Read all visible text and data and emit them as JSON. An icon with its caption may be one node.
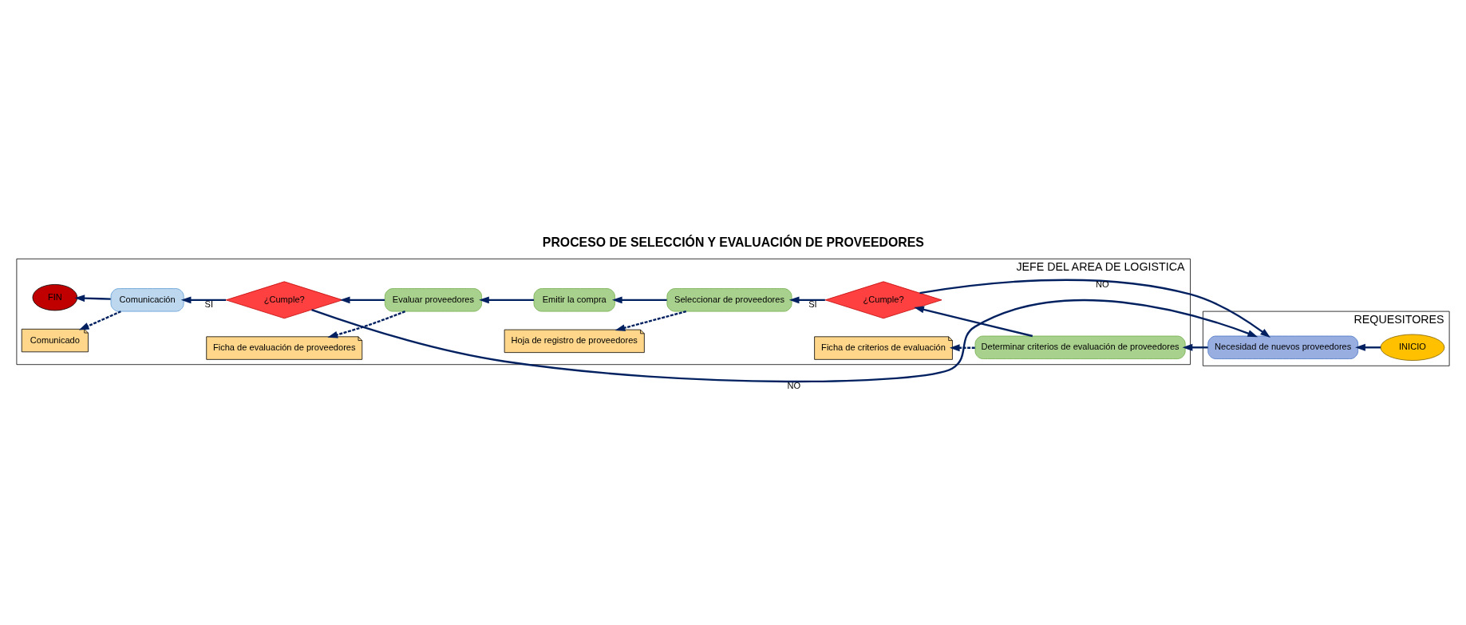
{
  "diagram": {
    "title": "PROCESO DE SELECCIÓN Y EVALUACIÓN DE PROVEEDORES",
    "nodes": [
      {
        "text": [
          "JEFE DEL AREA DE LOGISTICA"
        ]
      },
      {
        "text": [
          "REQUESITORES"
        ]
      },
      {
        "text": [
          "INICIO"
        ],
        "in": 1
      },
      {
        "text": [
          "Necesidad de nuevos proveedores"
        ],
        "in": 1
      },
      {
        "text": [
          "Ficha de evaluación de proveedores"
        ],
        "in": 0
      },
      {
        "text": [
          "Hoja de registro de proveedores"
        ],
        "in": 0
      },
      {
        "text": [
          "Ficha de criterios de evaluación"
        ],
        "in": 0
      },
      {
        "text": [
          "Evaluar proveedores"
        ],
        "in": 0
      },
      {
        "text": [
          "Emitir la compra"
        ],
        "in": 0
      },
      {
        "text": [
          "Seleccionar de proveedores"
        ],
        "in": 0
      },
      {
        "text": [
          "¿Cumple?"
        ],
        "in": 0
      },
      {
        "text": [
          "Determinar criterios de evaluación de proveedores"
        ],
        "in": 0
      },
      {
        "text": [
          "¿Cumple?"
        ],
        "in": 0
      },
      {
        "text": [
          "Comunicación"
        ],
        "in": 0
      },
      {
        "text": [
          "Comunicado"
        ],
        "in": 0
      },
      {
        "text": [
          "FIN"
        ],
        "in": 0
      }
    ],
    "edges": [
      {
        "from": 2,
        "to": 3,
        "arrow": "to"
      },
      {
        "from": 3,
        "to": 11,
        "arrow": "to"
      },
      {
        "from": 11,
        "to": 6,
        "arrow": "to",
        "style": "dashed"
      },
      {
        "from": 11,
        "to": 10,
        "arrow": "to"
      },
      {
        "from": 10,
        "to": 9,
        "arrow": "to",
        "label": "SI"
      },
      {
        "from": 10,
        "to": 3,
        "arrow": "to",
        "label": "NO"
      },
      {
        "from": 9,
        "to": 5,
        "arrow": "to",
        "style": "dashed"
      },
      {
        "from": 9,
        "to": 8,
        "arrow": "to"
      },
      {
        "from": 8,
        "to": 7,
        "arrow": "to"
      },
      {
        "from": 7,
        "to": 4,
        "arrow": "to",
        "style": "dashed"
      },
      {
        "from": 7,
        "to": 12,
        "arrow": "to"
      },
      {
        "from": 12,
        "to": 3,
        "arrow": "to",
        "label": "NO"
      },
      {
        "from": 12,
        "to": 13,
        "arrow": "to",
        "label": "SI"
      },
      {
        "from": 13,
        "to": 14,
        "arrow": "to",
        "style": "dashed"
      },
      {
        "from": 13,
        "to": 15,
        "arrow": "to"
      }
    ]
  }
}
